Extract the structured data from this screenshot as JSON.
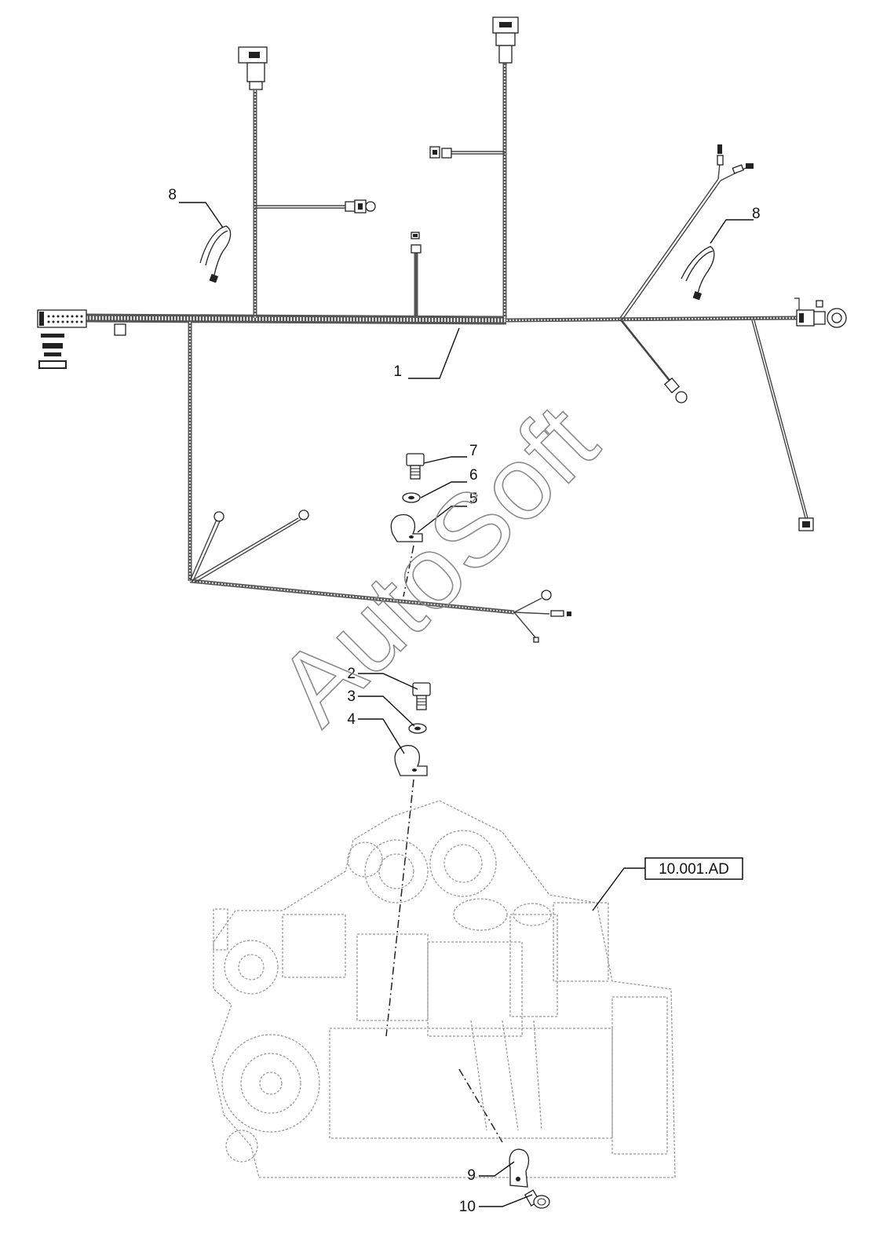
{
  "callouts": {
    "c1": "1",
    "c2": "2",
    "c3": "3",
    "c4": "4",
    "c5": "5",
    "c6": "6",
    "c7": "7",
    "c8a": "8",
    "c8b": "8",
    "c9": "9",
    "c10": "10"
  },
  "reference_box": "10.001.AD",
  "watermark": "AutoSoft"
}
